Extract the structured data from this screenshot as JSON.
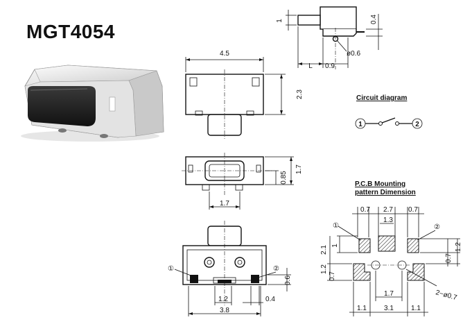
{
  "title": "MGT4054",
  "circuit": {
    "heading": "Circuit diagram",
    "pin1": "1",
    "pin2": "2"
  },
  "pcb": {
    "heading_line1": "P.C.B Mounting",
    "heading_line2": "pattern Dimension",
    "dims": {
      "top_left": "0.7",
      "top_mid": "2.7",
      "top_right": "0.7",
      "inner_top": "1.3",
      "left_h": "2.1",
      "left_1": "1",
      "right_07": "0.7",
      "right_12": "1.2",
      "left_12": "1.2",
      "left_07": "0.7",
      "mid_17": "1.7",
      "bot_11a": "1.1",
      "bot_31": "3.1",
      "bot_11b": "1.1",
      "hole": "2−ø0.7"
    },
    "markers": [
      "①",
      "②"
    ]
  },
  "views": {
    "front": {
      "width": "4.5",
      "height": "2.3"
    },
    "top": {
      "w17": "1.7",
      "h085": "0.85",
      "h17": "1.7"
    },
    "bottom": {
      "w12": "1.2",
      "w38": "3.8",
      "w04": "0.4",
      "h06": "0.6",
      "markers": [
        "①",
        "②"
      ]
    },
    "side": {
      "h1": "1",
      "h04": "0.4",
      "L": "L",
      "d09": "0.9",
      "dia": "ø0.6"
    }
  }
}
